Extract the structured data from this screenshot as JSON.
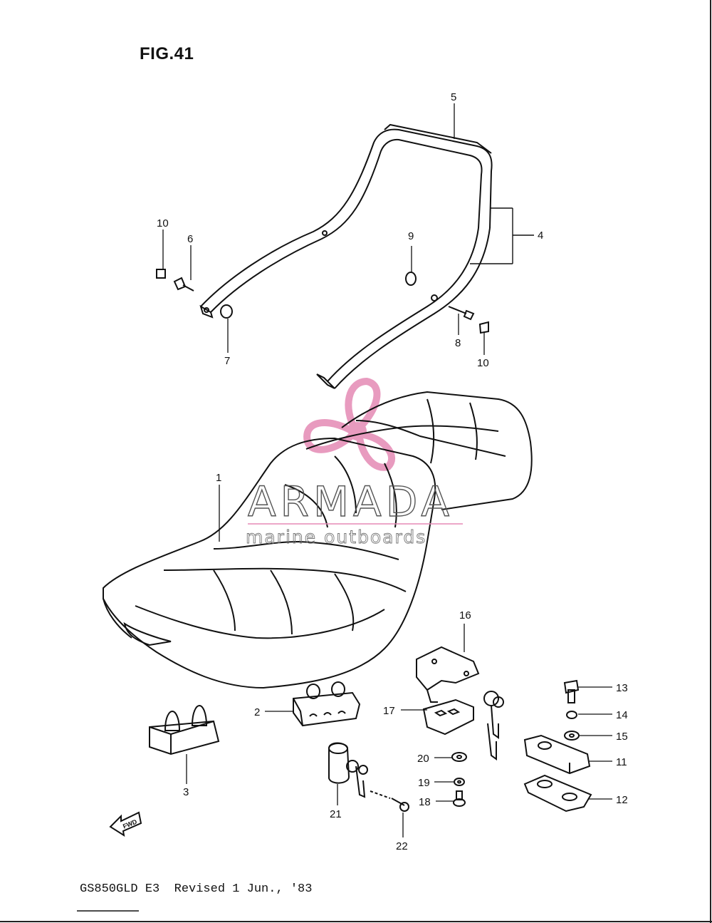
{
  "figure": {
    "title": "FIG.41"
  },
  "footer": {
    "text": "GS850GLD E3  Revised 1 Jun., '83"
  },
  "watermark": {
    "brand": "ARMADA",
    "tagline": "marine outboards",
    "logo_color": "#e58ab5",
    "text_color": "#555555"
  },
  "direction_arrow": {
    "label": "FWD"
  },
  "parts": {
    "p1": "1",
    "p2": "2",
    "p3": "3",
    "p4": "4",
    "p5": "5",
    "p6": "6",
    "p7": "7",
    "p8": "8",
    "p9": "9",
    "p10a": "10",
    "p10b": "10",
    "p11": "11",
    "p12": "12",
    "p13": "13",
    "p14": "14",
    "p15": "15",
    "p16": "16",
    "p17": "17",
    "p18": "18",
    "p19": "19",
    "p20": "20",
    "p21": "21",
    "p22": "22"
  }
}
